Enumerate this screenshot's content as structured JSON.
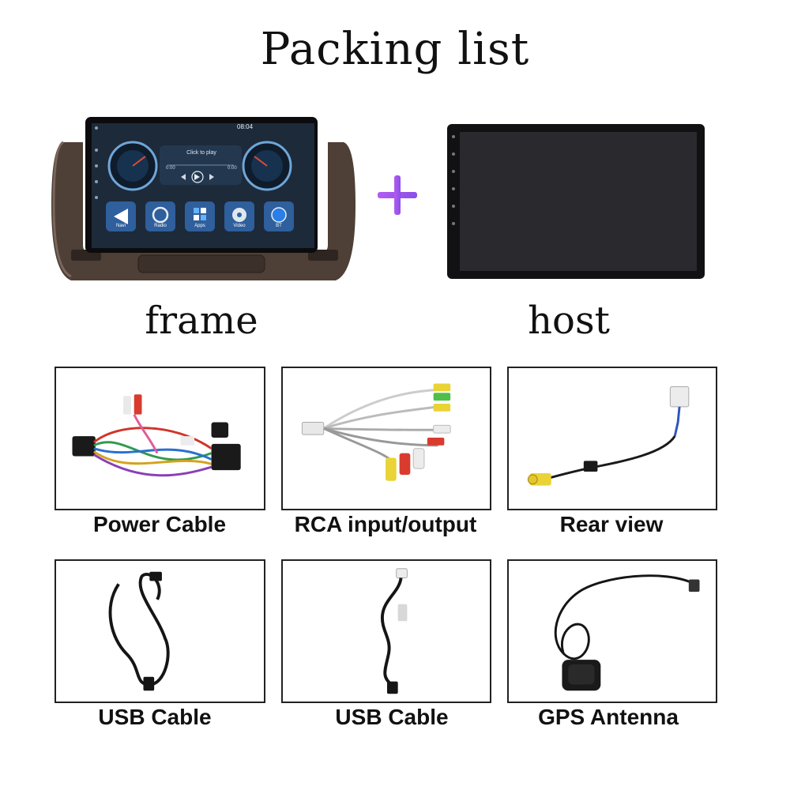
{
  "title": "Packing list",
  "products": {
    "frame": {
      "label": "frame"
    },
    "host": {
      "label": "host"
    }
  },
  "screen": {
    "time": "08:04",
    "media_prompt": "Click to play",
    "time_start": "0:00",
    "time_end": "0:00",
    "apps": [
      "Navi",
      "Radio",
      "Apps",
      "Video",
      "BT"
    ]
  },
  "items": [
    {
      "label": "Power Cable"
    },
    {
      "label": "RCA input/output"
    },
    {
      "label": "Rear view"
    },
    {
      "label": "USB Cable"
    },
    {
      "label": "USB Cable"
    },
    {
      "label": "GPS Antenna"
    }
  ],
  "colors": {
    "plus": "#a055ee",
    "frame": "#5a4a42",
    "screen_bg": "#1c2430"
  }
}
